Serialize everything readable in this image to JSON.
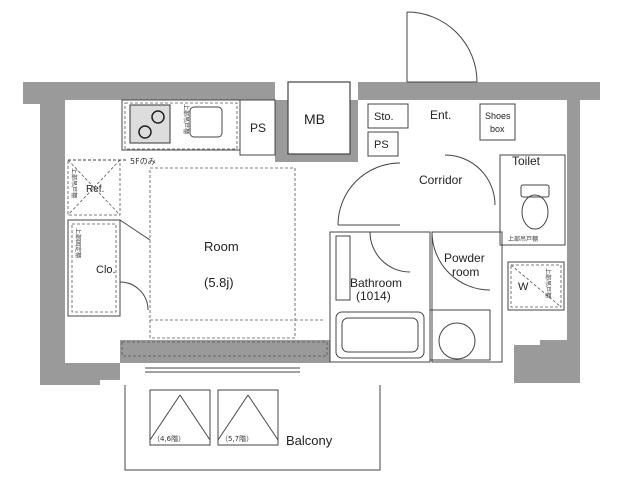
{
  "rooms": {
    "room": "Room",
    "room_size": "(5.8j)",
    "mb": "MB",
    "ps_top": "PS",
    "ps_mid": "PS",
    "sto": "Sto.",
    "ent": "Ent.",
    "shoes_line1": "Shoes",
    "shoes_line2": "box",
    "corridor": "Corridor",
    "toilet": "Toilet",
    "powder_line1": "Powder",
    "powder_line2": "room",
    "bathroom": "Bathroom",
    "bathroom_size": "(1014)",
    "washer": "W",
    "ref": "Ref.",
    "clo": "Clo.",
    "balcony": "Balcony"
  },
  "notes": {
    "fifth_floor_only": "5Fのみ",
    "upper_cabinet_kitchen": "上部吊戸棚",
    "upper_cabinet_ref": "上部吊戸棚",
    "upper_fixed_shelf": "上部固定棚",
    "upper_cabinet_toilet": "上部吊戸棚",
    "upper_cabinet_washer": "上部吊戸棚",
    "balcony_left_floor": "（4,6階）",
    "balcony_right_floor": "（5,7階）"
  },
  "colors": {
    "wall": "#9a9a9a",
    "line": "#444444"
  }
}
